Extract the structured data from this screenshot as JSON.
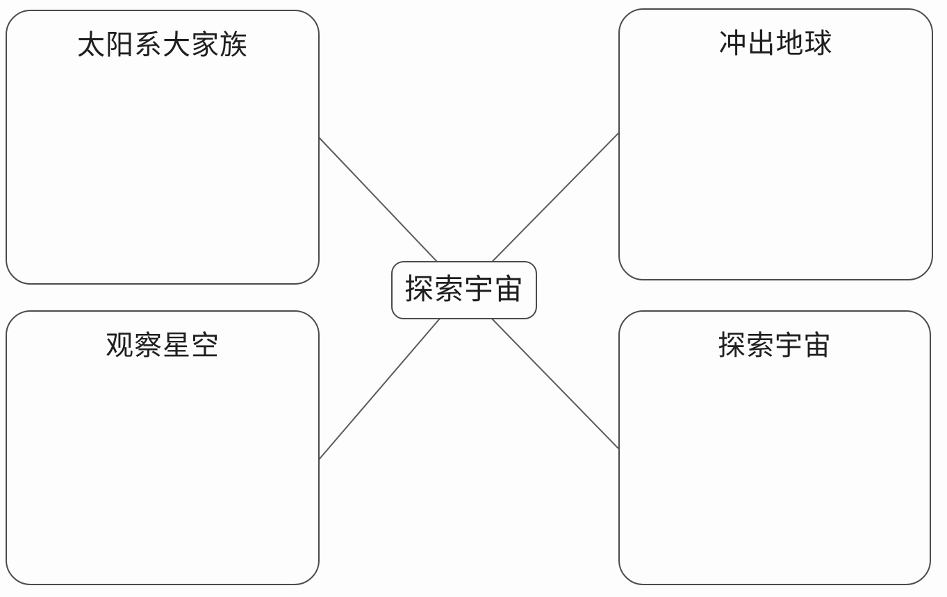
{
  "diagram": {
    "type": "mindmap",
    "center": {
      "label": "探索宇宙"
    },
    "nodes": [
      {
        "id": "top-left",
        "label": "太阳系大家族"
      },
      {
        "id": "top-right",
        "label": "冲出地球"
      },
      {
        "id": "bottom-left",
        "label": "观察星空"
      },
      {
        "id": "bottom-right",
        "label": "探索宇宙"
      }
    ],
    "colors": {
      "stroke": "#4b4b4b",
      "connector": "#5a5a5a",
      "text": "#1f1f1f",
      "background": "#fdfdfd"
    }
  }
}
